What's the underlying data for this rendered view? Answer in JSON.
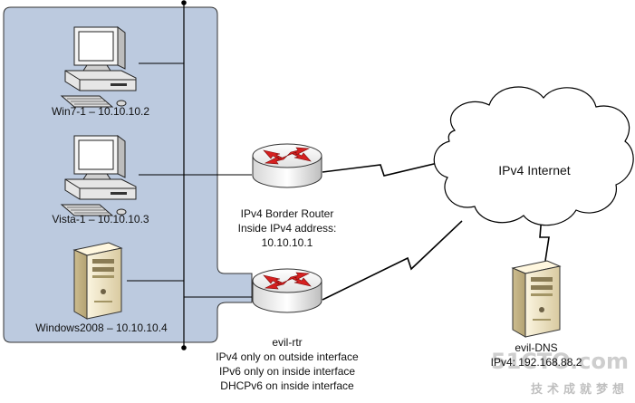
{
  "nodes": {
    "win7": {
      "label": "Win7-1 – 10.10.10.2",
      "icon": "workstation-icon"
    },
    "vista": {
      "label": "Vista-1 – 10.10.10.3",
      "icon": "workstation-icon"
    },
    "win2008": {
      "label": "Windows2008 – 10.10.10.4",
      "icon": "server-tower-icon"
    },
    "border_router": {
      "icon": "router-icon",
      "label_lines": [
        "IPv4 Border Router",
        "Inside IPv4 address:",
        "10.10.10.1"
      ]
    },
    "evil_rtr": {
      "icon": "router-icon",
      "label_lines": [
        "evil-rtr",
        "IPv4 only on outside interface",
        "IPv6 only on inside interface",
        "DHCPv6 on inside interface"
      ]
    },
    "internet": {
      "label": "IPv4 Internet",
      "icon": "cloud-icon"
    },
    "evil_dns": {
      "icon": "server-tower-icon",
      "label_lines": [
        "evil-DNS",
        "IPv4: 192.168.88.2"
      ]
    }
  },
  "watermark": {
    "text": "51CTO.com",
    "subtext": "技术成就梦想"
  },
  "colors": {
    "lan_fill": "#bccadf",
    "line": "#000000",
    "server_beige": "#f1e6c2",
    "router_arrow": "#d62020"
  }
}
